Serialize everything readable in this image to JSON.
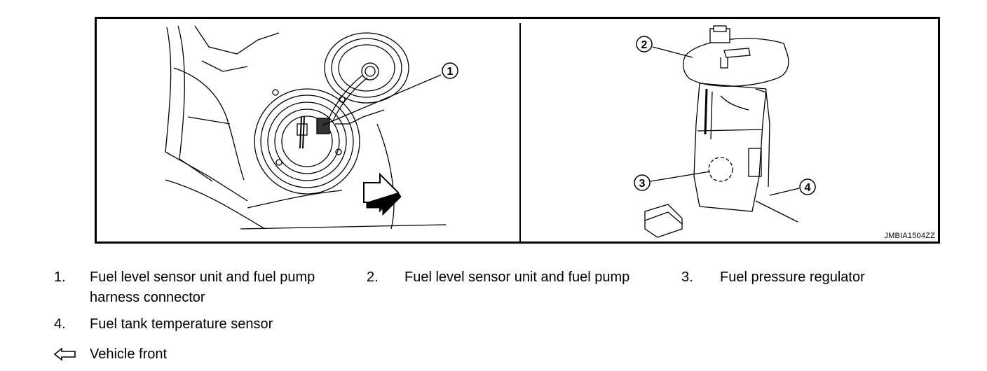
{
  "figure": {
    "code": "JMBIA1504ZZ",
    "callouts": [
      "1",
      "2",
      "3",
      "4"
    ]
  },
  "legend": [
    {
      "num": "1.",
      "text_line1": "Fuel level sensor unit and fuel pump",
      "text_line2": "harness connector"
    },
    {
      "num": "2.",
      "text_line1": "Fuel level sensor unit and fuel pump"
    },
    {
      "num": "3.",
      "text_line1": "Fuel pressure regulator"
    },
    {
      "num": "4.",
      "text_line1": "Fuel tank temperature sensor"
    }
  ],
  "direction_legend": {
    "icon": "arrow-left-outline-icon",
    "text": "Vehicle front"
  }
}
